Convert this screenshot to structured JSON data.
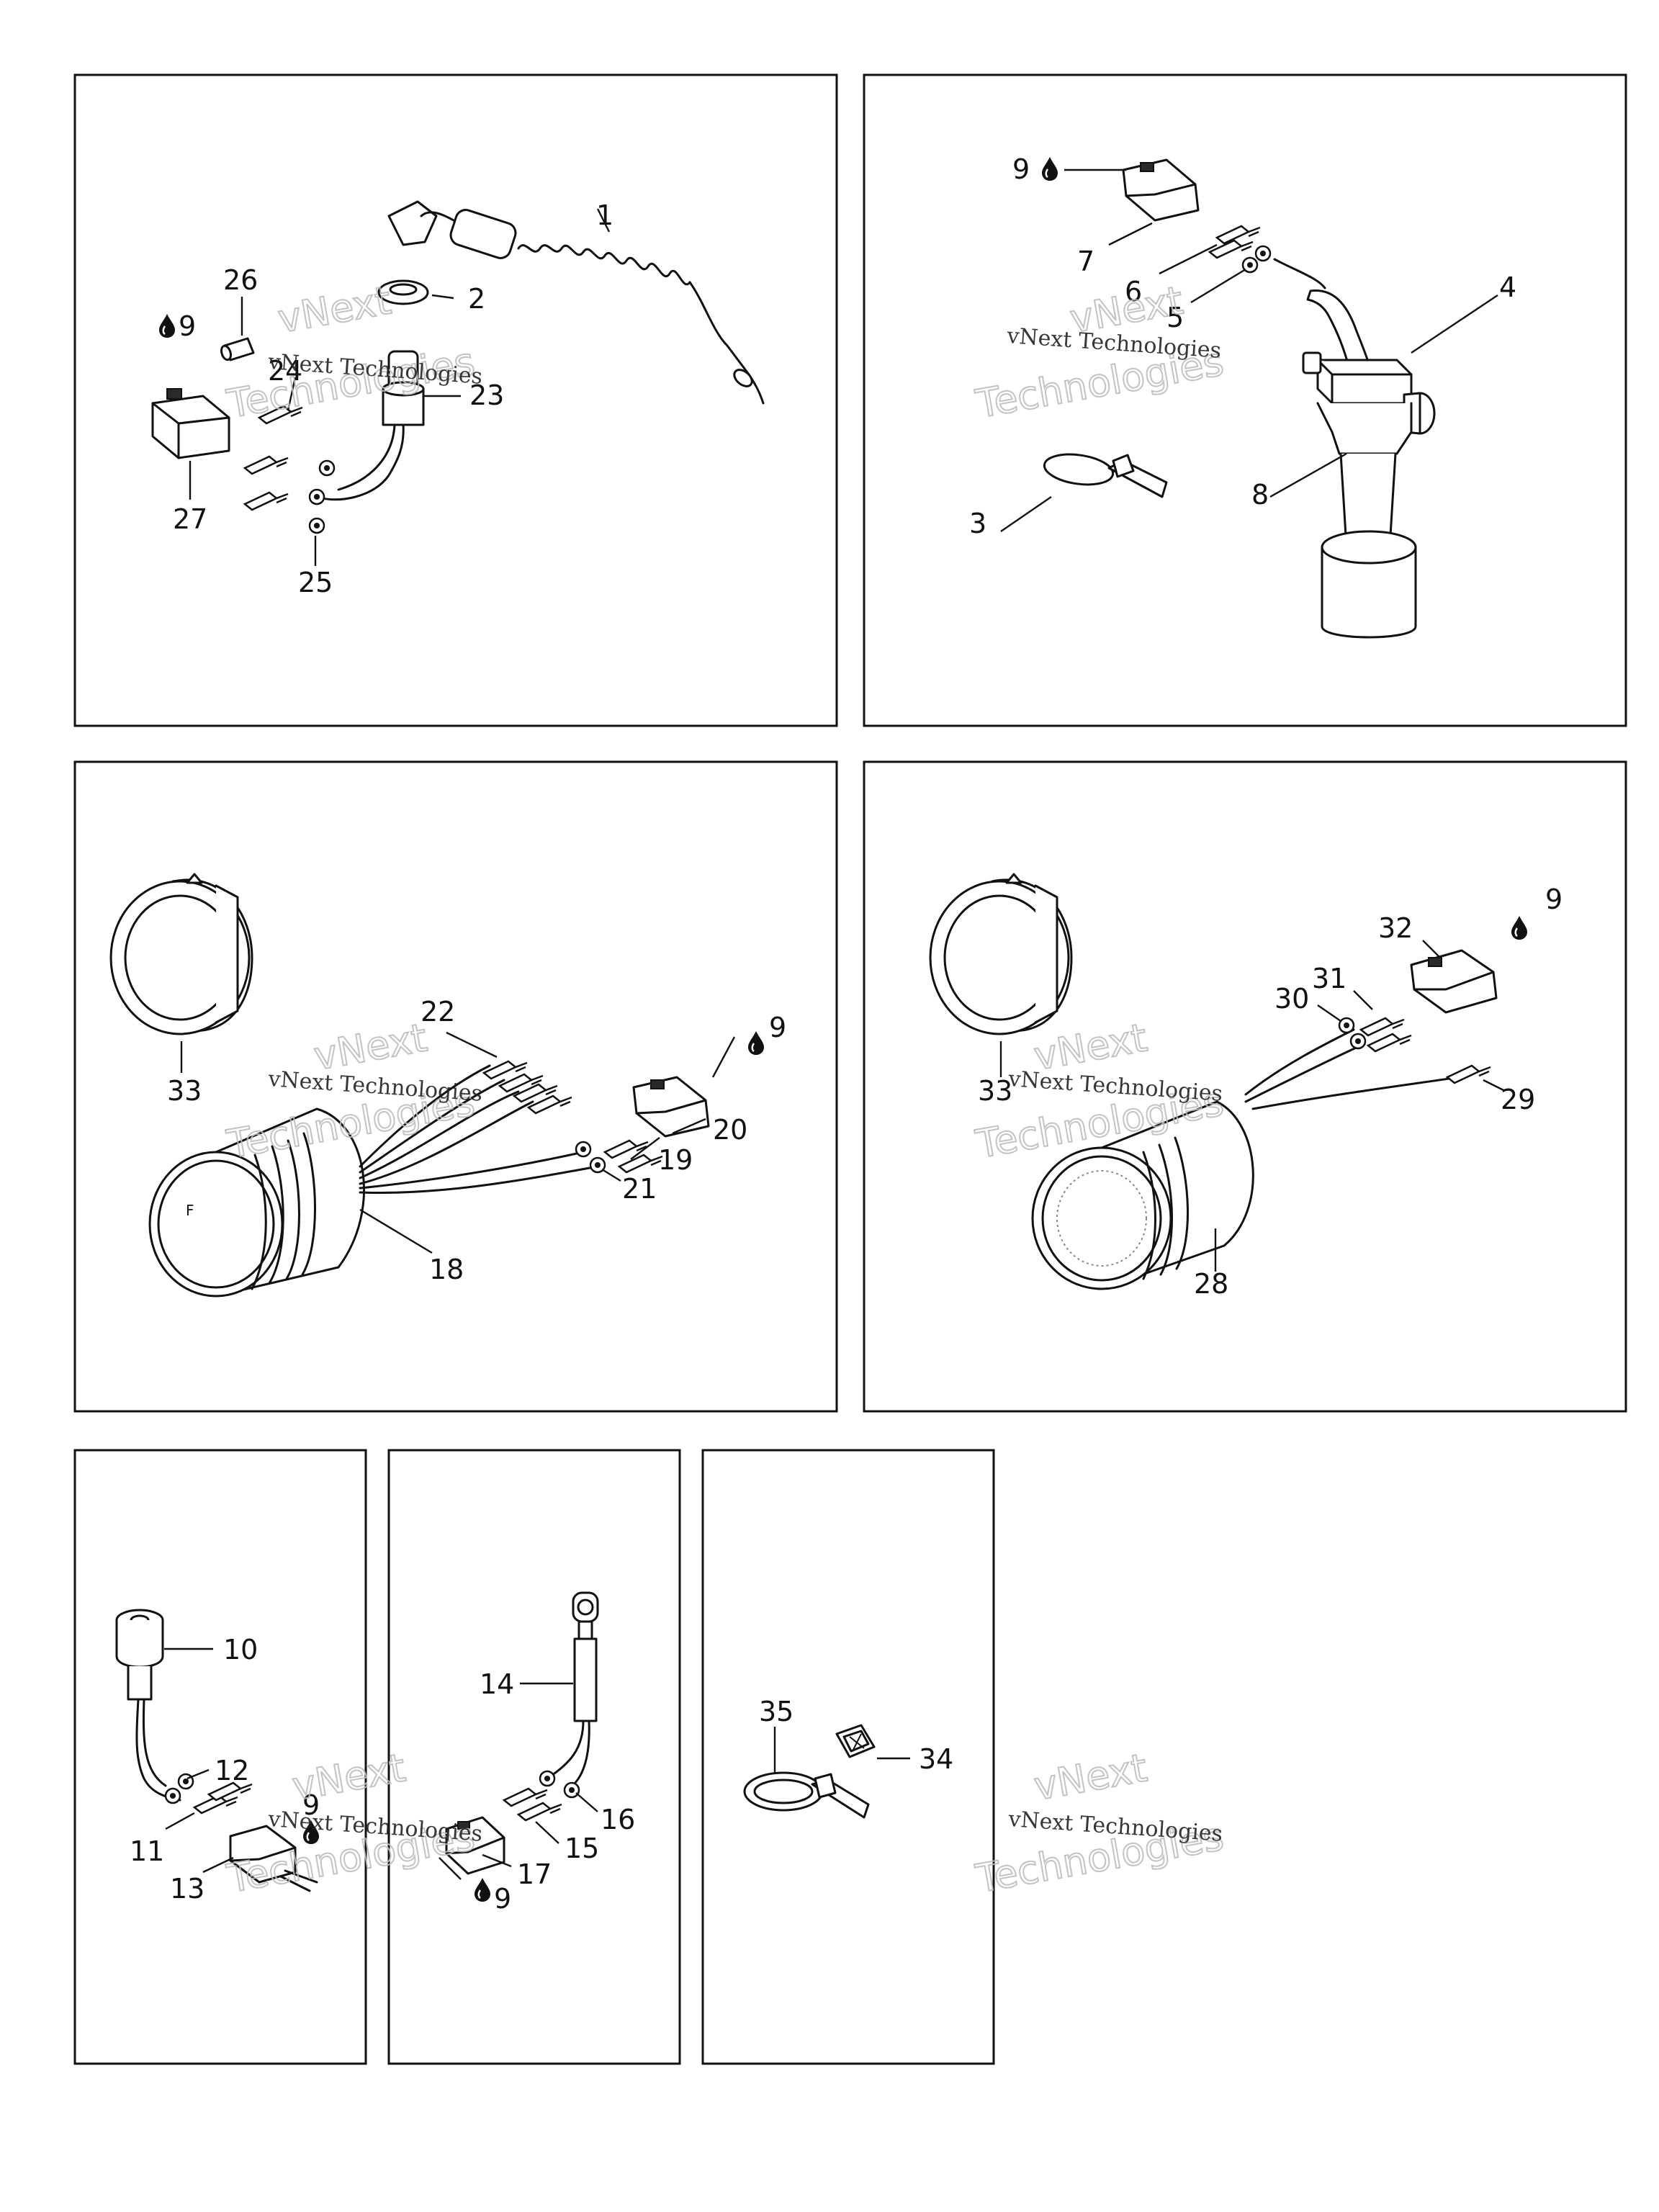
{
  "watermark": {
    "name": "vNext Technologies",
    "big_line1": "vNext",
    "big_line2": "Technologies"
  },
  "panels": {
    "top_left": {
      "labels": {
        "p1": "1",
        "p2": "2",
        "p23": "23",
        "p26": "26",
        "p24": "24",
        "p27": "27",
        "p25": "25",
        "p9": "9"
      }
    },
    "top_right": {
      "labels": {
        "p9": "9",
        "p7": "7",
        "p6": "6",
        "p5": "5",
        "p4": "4",
        "p3": "3",
        "p8": "8"
      }
    },
    "mid_left": {
      "labels": {
        "p33": "33",
        "p22": "22",
        "p9": "9",
        "p20": "20",
        "p19": "19",
        "p21": "21",
        "p18": "18"
      }
    },
    "mid_right": {
      "labels": {
        "p33": "33",
        "p32": "32",
        "p9": "9",
        "p31": "31",
        "p30": "30",
        "p29": "29",
        "p28": "28"
      }
    },
    "bottom_a": {
      "labels": {
        "p10": "10",
        "p12": "12",
        "p9": "9",
        "p11": "11",
        "p13": "13"
      }
    },
    "bottom_b": {
      "labels": {
        "p14": "14",
        "p16": "16",
        "p15": "15",
        "p17": "17",
        "p9": "9"
      }
    },
    "bottom_c": {
      "labels": {
        "p35": "35",
        "p34": "34"
      }
    }
  },
  "icons": {
    "drop": "oil-drop-icon"
  },
  "colors": {
    "line": "#111111",
    "watermark_outline": "#bdbdbd",
    "background": "#ffffff"
  }
}
